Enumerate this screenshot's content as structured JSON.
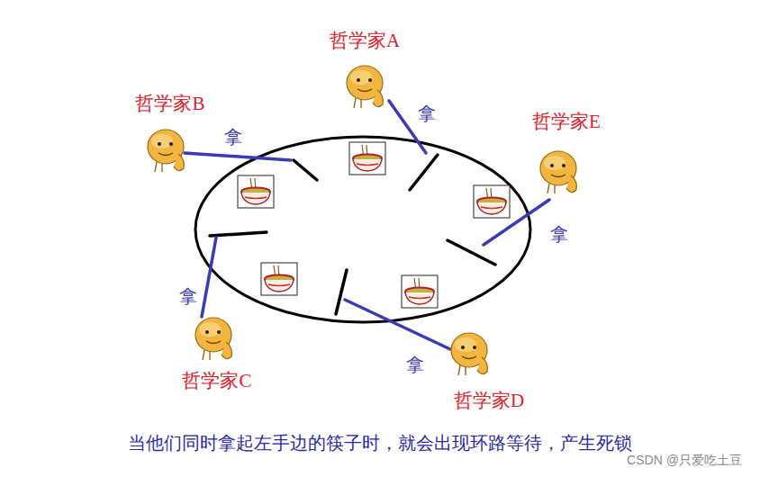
{
  "diagram": {
    "caption": "当他们同时拿起左手边的筷子时，就会出现环路等待，产生死锁",
    "labels": [
      "哲学家A",
      "拿",
      "哲学家B",
      "拿",
      "哲学家E",
      "拿",
      "拿",
      "哲学家C",
      "拿",
      "哲学家D",
      "CSDN @只爱吃土豆"
    ]
  }
}
